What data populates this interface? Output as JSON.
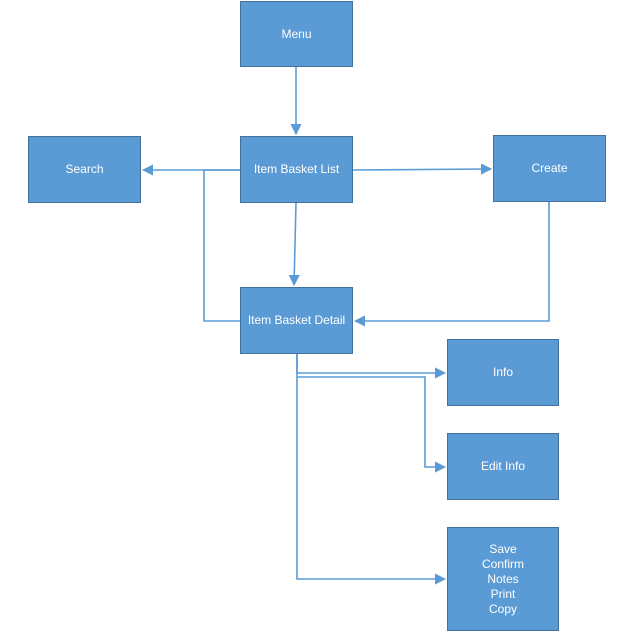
{
  "diagram": {
    "line_color": "#5b9bd5",
    "box_fill": "#5b9bd5",
    "box_border": "#41719c",
    "text_color": "#ffffff",
    "nodes": {
      "menu": "Menu",
      "list": "Item Basket List",
      "search": "Search",
      "create": "Create",
      "detail": "Item Basket Detail",
      "info": "Info",
      "edit_info": "Edit Info",
      "actions": [
        "Save",
        "Confirm",
        "Notes",
        "Print",
        "Copy"
      ]
    },
    "edges": [
      {
        "from": "menu",
        "to": "list"
      },
      {
        "from": "list",
        "to": "search"
      },
      {
        "from": "list",
        "to": "create"
      },
      {
        "from": "list",
        "to": "detail"
      },
      {
        "from": "create",
        "to": "detail"
      },
      {
        "from": "detail",
        "to": "search"
      },
      {
        "from": "detail",
        "to": "info"
      },
      {
        "from": "detail",
        "to": "edit_info"
      },
      {
        "from": "detail",
        "to": "actions"
      }
    ]
  }
}
